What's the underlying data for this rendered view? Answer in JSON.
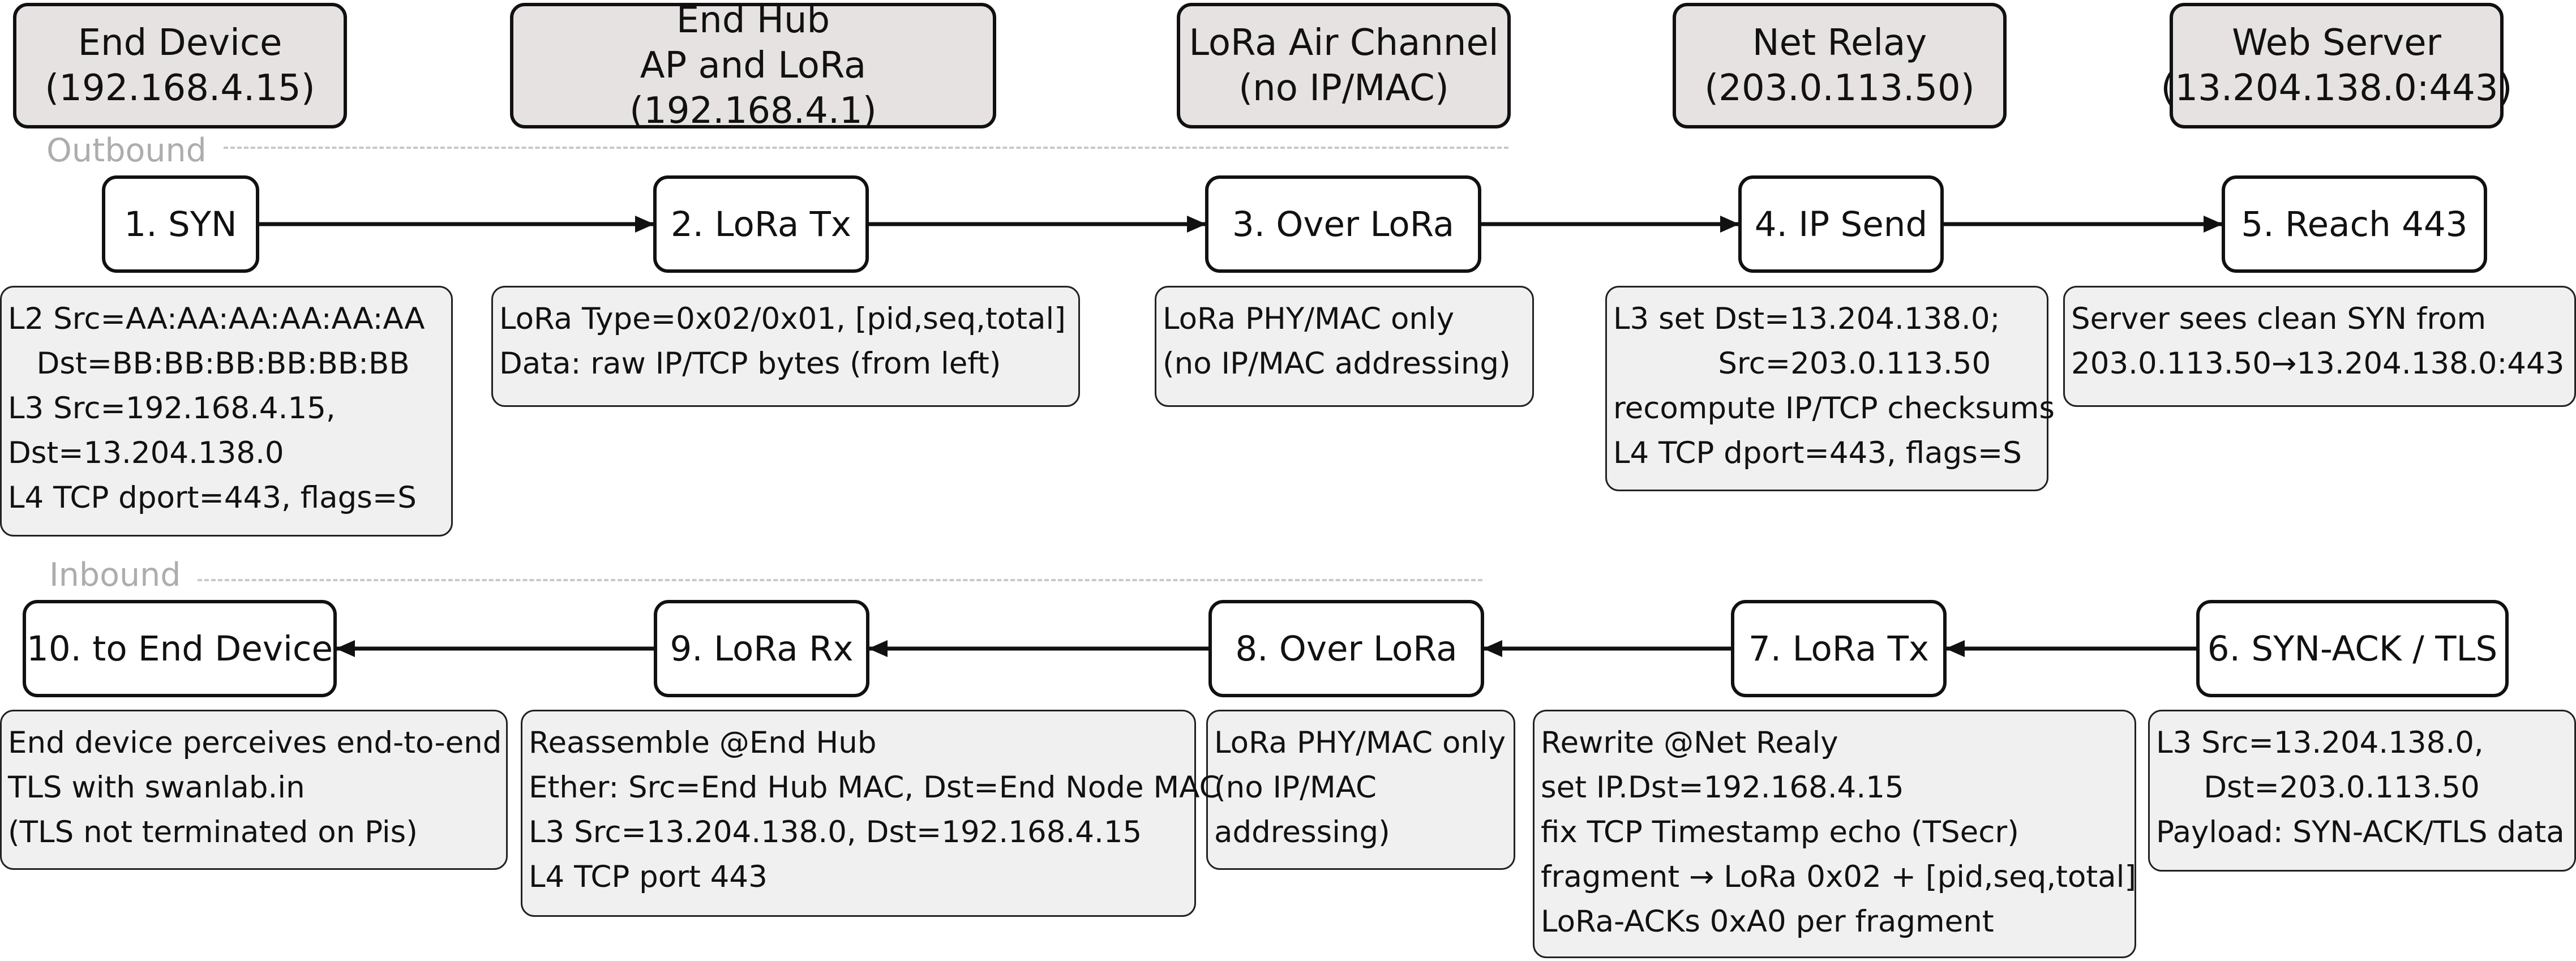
{
  "headers": [
    {
      "id": "end-device",
      "text": "End Device\n(192.168.4.15)"
    },
    {
      "id": "end-hub",
      "text": "End Hub\nAP and LoRa (192.168.4.1)"
    },
    {
      "id": "lora-air-channel",
      "text": "LoRa Air Channel\n(no IP/MAC)"
    },
    {
      "id": "net-relay",
      "text": "Net Relay\n(203.0.113.50)"
    },
    {
      "id": "web-server",
      "text": "Web Server\n(13.204.138.0:443)"
    }
  ],
  "sections": {
    "outbound": "Outbound",
    "inbound": "Inbound"
  },
  "steps": [
    {
      "id": "step-1",
      "label": "1. SYN"
    },
    {
      "id": "step-2",
      "label": "2. LoRa Tx"
    },
    {
      "id": "step-3",
      "label": "3. Over LoRa"
    },
    {
      "id": "step-4",
      "label": "4. IP Send"
    },
    {
      "id": "step-5",
      "label": "5. Reach 443"
    },
    {
      "id": "step-6",
      "label": "6. SYN-ACK / TLS"
    },
    {
      "id": "step-7",
      "label": "7. LoRa Tx"
    },
    {
      "id": "step-8",
      "label": "8. Over LoRa"
    },
    {
      "id": "step-9",
      "label": "9. LoRa Rx"
    },
    {
      "id": "step-10",
      "label": "10. to End Device"
    }
  ],
  "notes": [
    {
      "id": "note-step-1",
      "lines": [
        "L2 Src=AA:AA:AA:AA:AA:AA",
        "   Dst=BB:BB:BB:BB:BB:BB",
        "L3 Src=192.168.4.15,",
        "Dst=13.204.138.0",
        "L4 TCP dport=443, flags=S"
      ]
    },
    {
      "id": "note-step-2",
      "lines": [
        "LoRa Type=0x02/0x01, [pid,seq,total]",
        "Data: raw IP/TCP bytes (from left)"
      ]
    },
    {
      "id": "note-step-3",
      "lines": [
        "LoRa PHY/MAC only",
        "(no IP/MAC addressing)"
      ]
    },
    {
      "id": "note-step-4",
      "lines": [
        "L3 set Dst=13.204.138.0;",
        "           Src=203.0.113.50",
        "recompute IP/TCP checksums",
        "L4 TCP dport=443, flags=S"
      ]
    },
    {
      "id": "note-step-5",
      "lines": [
        "Server sees clean SYN from",
        "203.0.113.50→13.204.138.0:443"
      ]
    },
    {
      "id": "note-step-6",
      "lines": [
        "L3 Src=13.204.138.0,",
        "     Dst=203.0.113.50",
        "Payload: SYN-ACK/TLS data"
      ]
    },
    {
      "id": "note-step-7",
      "lines": [
        "Rewrite @Net Realy",
        "set IP.Dst=192.168.4.15",
        "fix TCP Timestamp echo (TSecr)",
        "fragment → LoRa 0x02 + [pid,seq,total]",
        "LoRa-ACKs 0xA0 per fragment"
      ]
    },
    {
      "id": "note-step-8",
      "lines": [
        "LoRa PHY/MAC only",
        "(no IP/MAC",
        "addressing)"
      ]
    },
    {
      "id": "note-step-9",
      "lines": [
        "Reassemble @End Hub",
        "Ether: Src=End Hub MAC, Dst=End Node MAC",
        "L3 Src=13.204.138.0, Dst=192.168.4.15",
        "L4 TCP port 443"
      ]
    },
    {
      "id": "note-step-10",
      "lines": [
        "End device perceives end-to-end",
        "TLS with swanlab.in",
        "(TLS not terminated on Pis)"
      ]
    }
  ],
  "flows": [
    {
      "from": "step-1",
      "to": "step-2"
    },
    {
      "from": "step-2",
      "to": "step-3"
    },
    {
      "from": "step-3",
      "to": "step-4"
    },
    {
      "from": "step-4",
      "to": "step-5"
    },
    {
      "from": "step-6",
      "to": "step-7"
    },
    {
      "from": "step-7",
      "to": "step-8"
    },
    {
      "from": "step-8",
      "to": "step-9"
    },
    {
      "from": "step-9",
      "to": "step-10"
    }
  ],
  "colors": {
    "header_fill": "#e6e2e1",
    "note_fill": "#f0f0f0",
    "stroke": "#111111",
    "section_label": "#adadad"
  }
}
